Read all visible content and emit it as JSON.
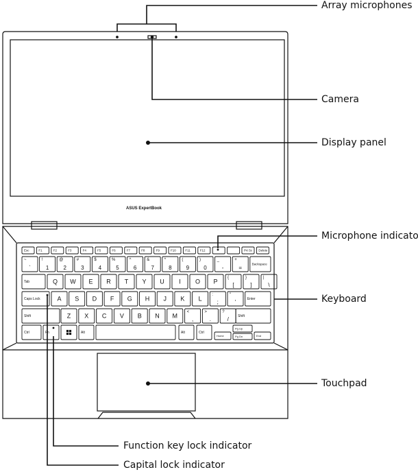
{
  "brand": "ASUS ExpertBook",
  "callouts": {
    "array_microphones": "Array microphones",
    "camera": "Camera",
    "display_panel": "Display panel",
    "microphone_indicator": "Microphone indicator",
    "keyboard": "Keyboard",
    "touchpad": "Touchpad",
    "function_key_lock_indicator": "Function key lock indicator",
    "capital_lock_indicator": "Capital lock indicator"
  },
  "keys": {
    "row1": [
      "Esc",
      "F1",
      "F2",
      "F3",
      "F4",
      "F5",
      "F6",
      "F7",
      "F8",
      "F9",
      "F10",
      "F11",
      "F12",
      "",
      "",
      "Prt Sc",
      "Delete"
    ],
    "row2": [
      [
        "~",
        "`"
      ],
      [
        "!",
        "1"
      ],
      [
        "@",
        "2"
      ],
      [
        "#",
        "3"
      ],
      [
        "$",
        "4"
      ],
      [
        "%",
        "5"
      ],
      [
        "^",
        "6"
      ],
      [
        "&",
        "7"
      ],
      [
        "*",
        "8"
      ],
      [
        "(",
        "9"
      ],
      [
        ")",
        "0"
      ],
      [
        "_",
        "-"
      ],
      [
        "+",
        "="
      ],
      [
        "Backspace",
        ""
      ]
    ],
    "row3": [
      "Tab",
      "Q",
      "W",
      "E",
      "R",
      "T",
      "Y",
      "U",
      "I",
      "O",
      "P",
      [
        "{",
        "["
      ],
      [
        "}",
        "]"
      ],
      [
        "|",
        "\\"
      ]
    ],
    "row4": [
      "Caps Lock",
      "A",
      "S",
      "D",
      "F",
      "G",
      "H",
      "J",
      "K",
      "L",
      [
        ":",
        ";"
      ],
      [
        "\"",
        "'"
      ],
      "Enter"
    ],
    "row5": [
      "Shift",
      "Z",
      "X",
      "C",
      "V",
      "B",
      "N",
      "M",
      [
        "<",
        ","
      ],
      [
        ">",
        "."
      ],
      [
        "?",
        "/"
      ],
      "Shift"
    ],
    "row6": [
      "Ctrl",
      "Fn",
      "win",
      "Alt",
      "",
      "Alt",
      "Ctrl",
      "Home",
      "Pg Up",
      "Pg Dn",
      "End"
    ]
  }
}
